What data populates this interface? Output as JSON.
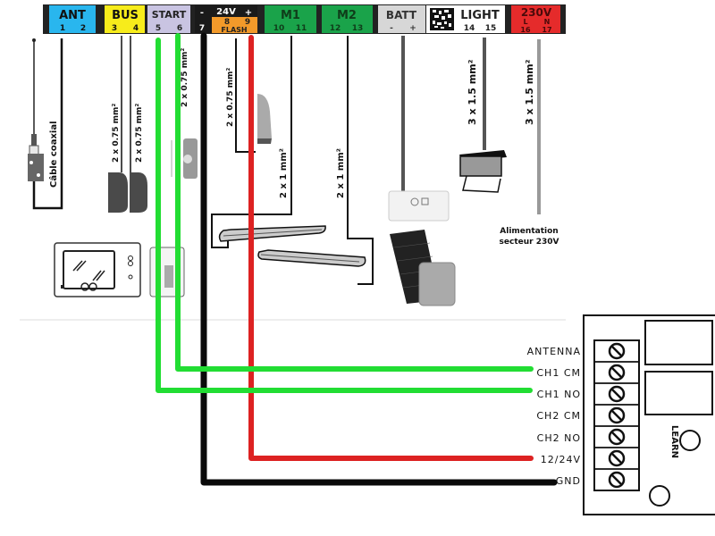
{
  "terminal_header": {
    "blocks": [
      {
        "name": "ANT",
        "pins": [
          "1",
          "2"
        ],
        "color": "#29b6ee"
      },
      {
        "name": "BUS",
        "pins": [
          "3",
          "4"
        ],
        "color": "#f7ec1b"
      },
      {
        "name": "START",
        "pins": [
          "5",
          "6"
        ],
        "color": "#c9c4e2"
      },
      {
        "name": "24V",
        "minus": "-",
        "plus": "+",
        "pins": [
          "7",
          "8",
          "9"
        ],
        "sub": "FLASH",
        "color": "#f39a2a"
      },
      {
        "name": "M1",
        "pins": [
          "10",
          "11"
        ],
        "color": "#1aa34a"
      },
      {
        "name": "M2",
        "pins": [
          "12",
          "13"
        ],
        "color": "#1aa34a"
      },
      {
        "name": "BATT",
        "pins": [
          "-",
          "+"
        ],
        "color": "#d7d7d7"
      },
      {
        "name": "LIGHT",
        "pins": [
          "14",
          "15"
        ],
        "color": "#ffffff"
      },
      {
        "name": "230V",
        "sub_pins": [
          "L",
          "N"
        ],
        "pins": [
          "16",
          "17"
        ],
        "color": "#e52b2b"
      }
    ]
  },
  "cable_labels": {
    "ant": "Câble coaxial",
    "bus1": "2 x 0.75 mm²",
    "bus2": "2 x 0.75 mm²",
    "start": "2 x 0.75 mm²",
    "flash": "2 x 0.75 mm²",
    "m1": "2 x 1 mm²",
    "m2": "2 x 1 mm²",
    "light": "3 x 1.5 mm²",
    "mains": "3 x 1.5 mm²"
  },
  "mains_caption": [
    "Alimentation",
    "secteur 230V"
  ],
  "receiver": {
    "terminals": [
      "ANTENNA",
      "CH1 CM",
      "CH1 NO",
      "CH2 CM",
      "CH2 NO",
      "12/24V",
      "GND"
    ],
    "learn_label": "LEARN"
  },
  "wire_colors": {
    "green": "#22dd33",
    "red": "#dd2222",
    "black": "#0a0a0a"
  },
  "connections": [
    {
      "from": "START 6",
      "to": "CH1 CM",
      "color": "green"
    },
    {
      "from": "START 5",
      "to": "CH1 NO",
      "color": "green"
    },
    {
      "from": "24V 9 (+)",
      "to": "12/24V",
      "color": "red"
    },
    {
      "from": "24V 7 (-)",
      "to": "GND",
      "color": "black"
    }
  ]
}
